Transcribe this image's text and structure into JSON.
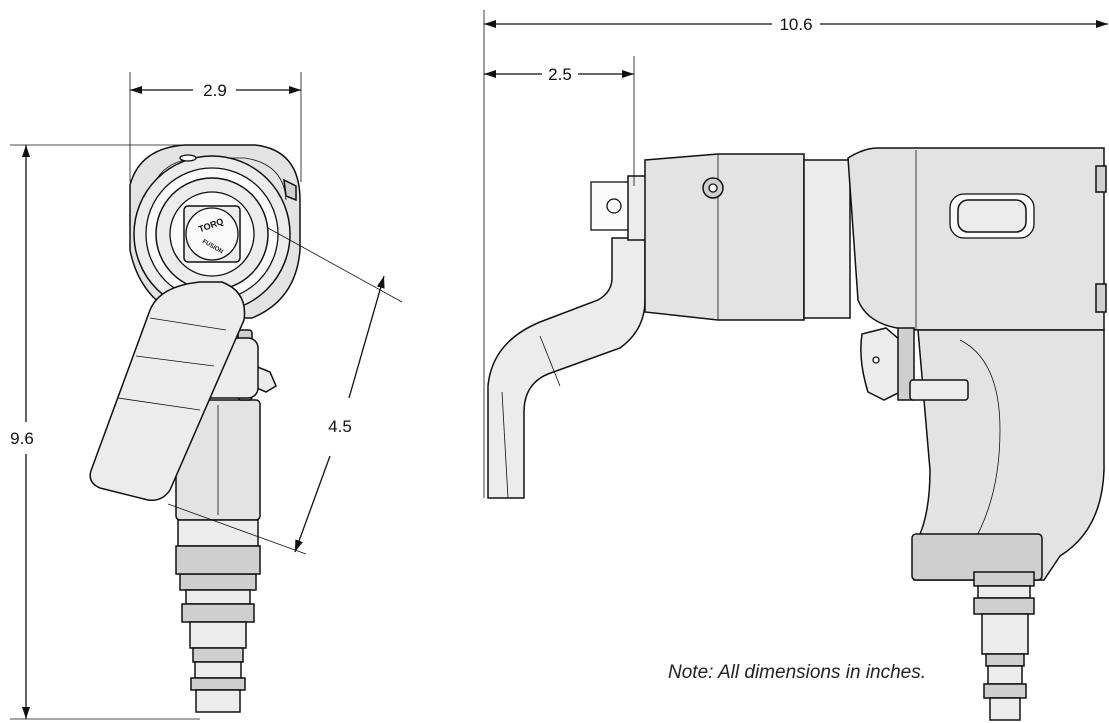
{
  "dimensions": {
    "front_width": "2.9",
    "overall_height": "9.6",
    "handle_length": "4.5",
    "overall_length": "10.6",
    "anvil_offset": "2.5"
  },
  "logo_text": [
    "TORQ",
    "FUSION"
  ],
  "note": "Note: All dimensions in inches.",
  "colors": {
    "line": "#111111",
    "fill_light": "#ececec",
    "fill_mid": "#e3e3e3",
    "fill_dark": "#cfcfcf"
  }
}
